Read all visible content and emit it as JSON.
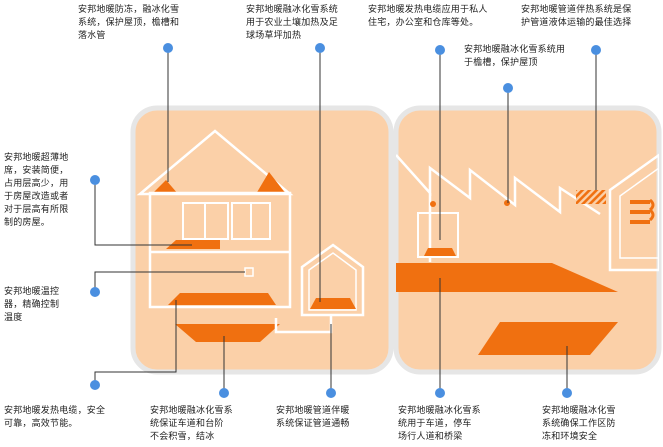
{
  "colors": {
    "panel_fill": "#fbd0a8",
    "panel_border": "#e6e6e6",
    "outline": "#ffffff",
    "accent": "#f07010",
    "dot": "#4a8fe0",
    "leader": "#333333"
  },
  "labels": {
    "roof": "安邦地暖防冻，融冰化雪\n系统，保护屋顶，檐槽和\n落水管",
    "soil": "安邦地暖融冰化雪系统\n用于农业土壤加热及足\n球场草坪加热",
    "cable_home": "安邦地暖发热电缆应用于私人\n住宅，办公室和仓库等处。",
    "gutter": "安邦地暖融冰化雪系统用\n于檐槽，保护屋顶",
    "pipeline": "安邦地暖管道伴热系统是保\n护管道液体运输的最佳选择",
    "thin_floor": "安邦地暖超薄地\n席，安装简便，\n占用层高少，用\n于房屋改造或者\n对于层高有所限\n制的房屋。",
    "thermostat": "安邦地暖温控\n器，精确控制\n温度",
    "cable_safe": "安邦地暖发热电缆，安全\n可靠，高效节能。",
    "driveway": "安邦地暖融冰化雪系\n统保证车道和台阶\n不会积雪，结冰",
    "pipe_flow": "安邦地暖管道伴暖\n系统保证管道通畅",
    "parking": "安邦地暖融冰化雪系\n统用于车道，停车\n场行人道和桥梁",
    "workzone": "安邦地暖融冰化雪\n系统确保工作区防\n冻和环境安全"
  }
}
